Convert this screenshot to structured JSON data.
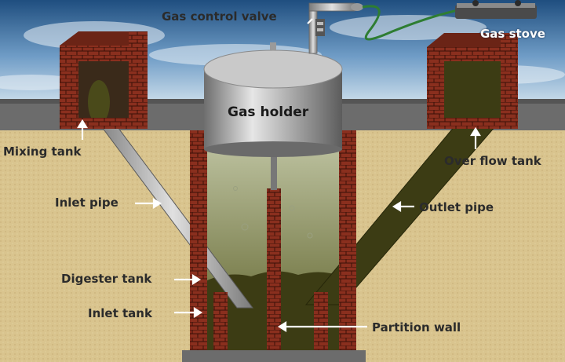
{
  "labels": {
    "gas_control_valve": "Gas control valve",
    "gas_stove": "Gas stove",
    "gas_holder": "Gas holder",
    "mixing_tank": "Mixing tank",
    "over_flow_tank": "Over flow tank",
    "inlet_pipe": "Inlet pipe",
    "outlet_pipe": "Outlet pipe",
    "digester_tank": "Digester tank",
    "inlet_tank": "Inlet tank",
    "partition_wall": "Partition wall"
  },
  "colors": {
    "sky": "#3f6f9e",
    "soil": "#d9c48e",
    "ground_slab": "#6c6c6c",
    "brick": "#8a2f1e",
    "slurry": "#3c3c14",
    "gas_holder": "#a8a8a8",
    "pipe": "#b5b5b5",
    "hose": "#2e7d32",
    "text_dark": "#2b2b2b",
    "text_light": "#ffffff"
  }
}
